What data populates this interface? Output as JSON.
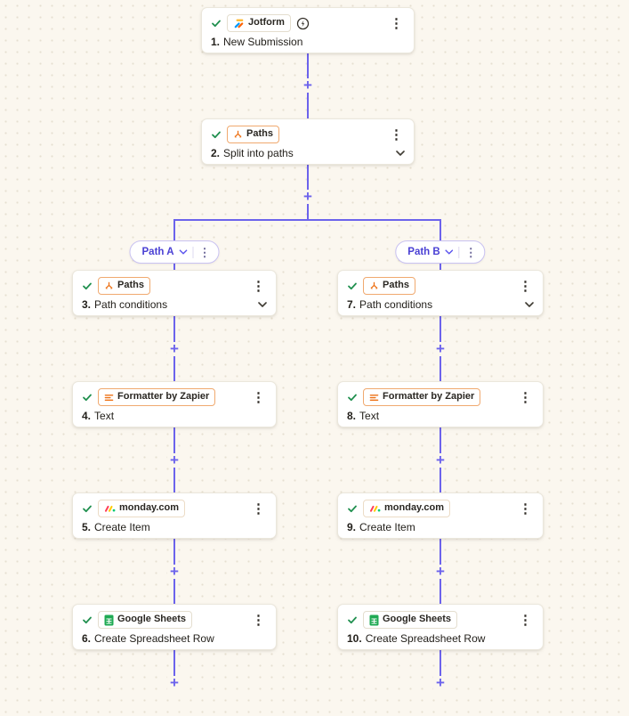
{
  "nodes": [
    {
      "step": "1.",
      "title": "New Submission",
      "app": "Jotform",
      "badge_style": "neutral",
      "instant": true,
      "chevron": false
    },
    {
      "step": "2.",
      "title": "Split into paths",
      "app": "Paths",
      "badge_style": "orange",
      "instant": false,
      "chevron": true
    },
    {
      "step": "3.",
      "title": "Path conditions",
      "app": "Paths",
      "badge_style": "orange",
      "instant": false,
      "chevron": true
    },
    {
      "step": "4.",
      "title": "Text",
      "app": "Formatter by Zapier",
      "badge_style": "orange",
      "instant": false,
      "chevron": false
    },
    {
      "step": "5.",
      "title": "Create Item",
      "app": "monday.com",
      "badge_style": "tan",
      "instant": false,
      "chevron": false
    },
    {
      "step": "6.",
      "title": "Create Spreadsheet Row",
      "app": "Google Sheets",
      "badge_style": "neutral",
      "instant": false,
      "chevron": false
    },
    {
      "step": "7.",
      "title": "Path conditions",
      "app": "Paths",
      "badge_style": "orange",
      "instant": false,
      "chevron": true
    },
    {
      "step": "8.",
      "title": "Text",
      "app": "Formatter by Zapier",
      "badge_style": "orange",
      "instant": false,
      "chevron": false
    },
    {
      "step": "9.",
      "title": "Create Item",
      "app": "monday.com",
      "badge_style": "tan",
      "instant": false,
      "chevron": false
    },
    {
      "step": "10.",
      "title": "Create Spreadsheet Row",
      "app": "Google Sheets",
      "badge_style": "neutral",
      "instant": false,
      "chevron": false
    }
  ],
  "paths": [
    {
      "label": "Path A"
    },
    {
      "label": "Path B"
    }
  ],
  "icons": {
    "kebab": "⋮",
    "plus": "+"
  },
  "colors": {
    "connector_line": "#6c63ec",
    "path_label_text": "#4a40d4",
    "check_green": "#1f8f4e",
    "badge_orange_border": "#f0a96f",
    "canvas_background": "#fbf7ef",
    "card_background": "#ffffff",
    "sheets_green": "#1faa53",
    "monday_red": "#ff3d57",
    "monday_yellow": "#ffcb00",
    "monday_green": "#00ca72",
    "paths_orange": "#ed7014"
  }
}
